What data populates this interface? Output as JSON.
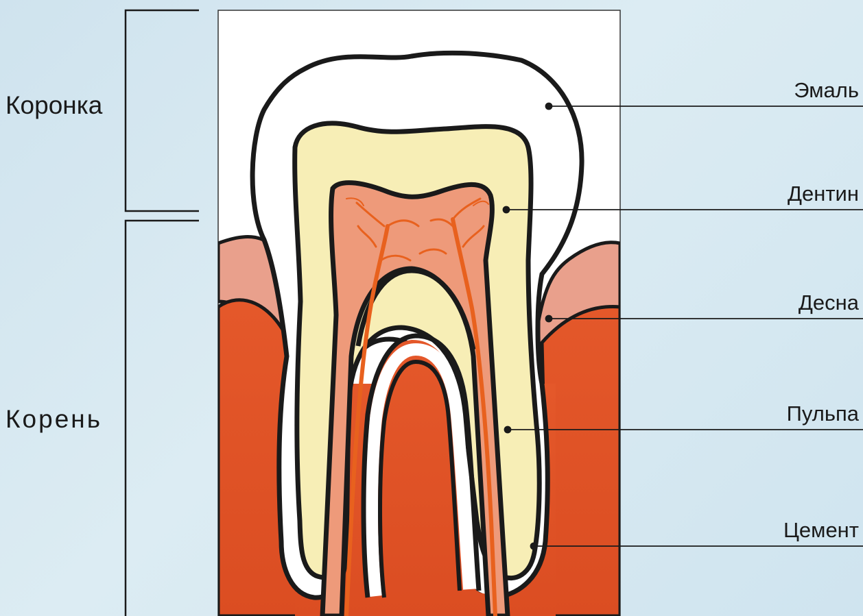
{
  "sections": {
    "crown": "Коронка",
    "root": "Корень"
  },
  "labels": {
    "enamel": "Эмаль",
    "dentin": "Дентин",
    "gum": "Десна",
    "pulp": "Пульпа",
    "cementum": "Цемент"
  },
  "colors": {
    "background": "#d5e8f1",
    "enamel": "#ffffff",
    "dentin": "#f7eeb6",
    "pulp": "#ee9a7a",
    "nerves": "#e8611e",
    "gum": "#e9a08c",
    "bone": "#e4582a",
    "outline": "#1a1a1a"
  }
}
